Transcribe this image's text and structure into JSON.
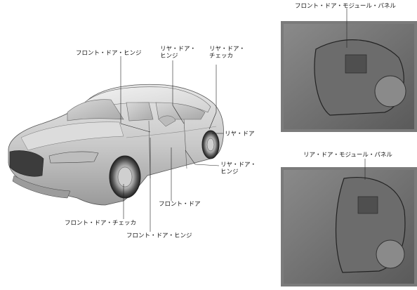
{
  "labels": {
    "front_door_hinge_top": "フロント・ドア・ヒンジ",
    "rear_door_hinge_top": "リヤ・ドア・\nヒンジ",
    "rear_door_checker_top": "リヤ・ドア・\nチェッカ",
    "rear_door": "リヤ・ドア",
    "rear_door_hinge_right": "リヤ・ドア・\nヒンジ",
    "front_door": "フロント・ドア",
    "front_door_checker": "フロント・ドア・チェッカ",
    "front_door_hinge_bottom": "フロント・ドア・ヒンジ",
    "front_module_panel": "フロント・ドア・モジュール・パネル",
    "rear_module_panel": "リア・ドア・モジュール・パネル"
  }
}
